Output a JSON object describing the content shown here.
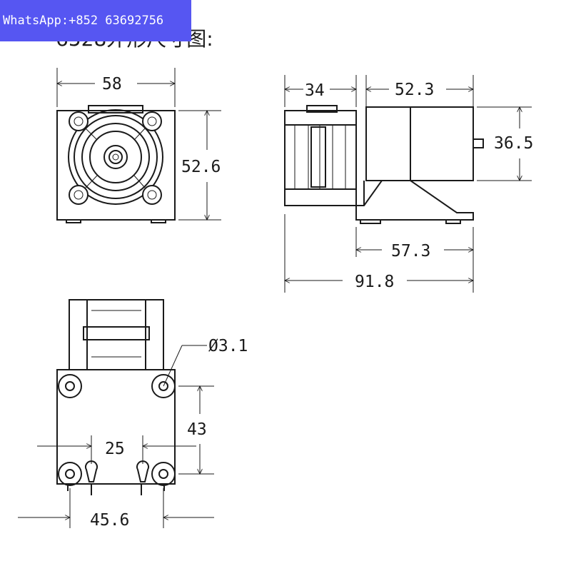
{
  "banner": {
    "text": "WhatsApp:+852 63692756",
    "color": "#5656f2"
  },
  "title": "6528外形尺寸图:",
  "front_view": {
    "width": "58",
    "height": "52.6"
  },
  "side_view": {
    "pump_head": "34",
    "motor": "52.3",
    "motor_height": "36.5",
    "base": "57.3",
    "total": "91.8"
  },
  "bottom_view": {
    "hole_diameter": "Ø3.1",
    "hole_spacing_v": "43",
    "slot_spacing": "25",
    "hole_spacing_h": "45.6"
  }
}
